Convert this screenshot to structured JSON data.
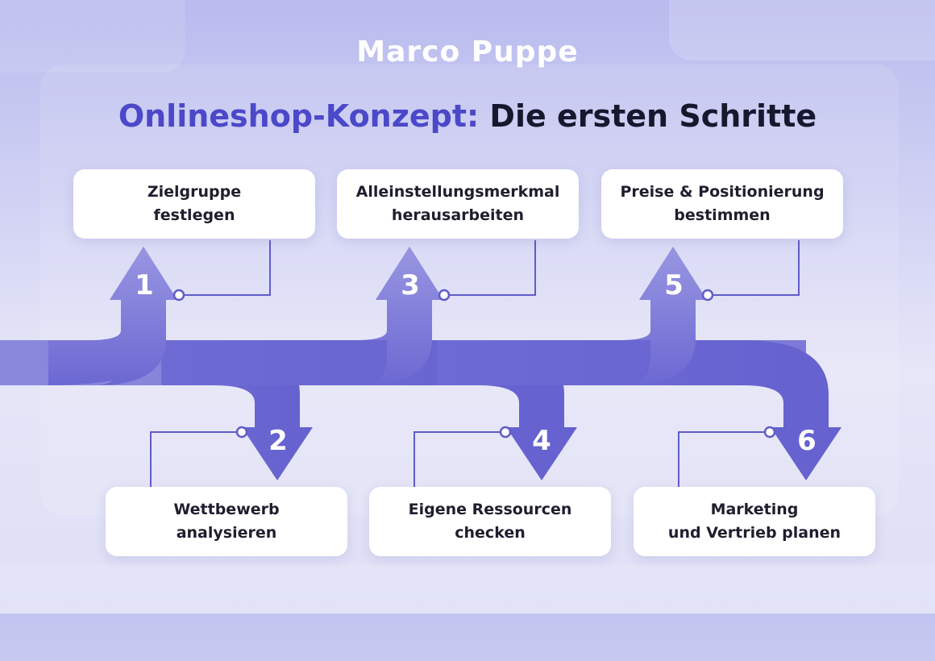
{
  "brand": "Marco Puppe",
  "title": {
    "accent": "Onlineshop-Konzept:",
    "rest": "Die ersten Schritte"
  },
  "steps": [
    {
      "number": "1",
      "line1": "Zielgruppe",
      "line2": "festlegen"
    },
    {
      "number": "2",
      "line1": "Wettbewerb",
      "line2": "analysieren"
    },
    {
      "number": "3",
      "line1": "Alleinstellungsmerkmal",
      "line2": "herausarbeiten"
    },
    {
      "number": "4",
      "line1": "Eigene Ressourcen",
      "line2": "checken"
    },
    {
      "number": "5",
      "line1": "Preise & Positionierung",
      "line2": "bestimmen"
    },
    {
      "number": "6",
      "line1": "Marketing",
      "line2": "und Vertrieb planen"
    }
  ],
  "colors": {
    "arrow_light": "#8f8ddd",
    "arrow_dark": "#6a66d2",
    "connector": "#5f5cc8",
    "accent": "#4b48c9"
  }
}
